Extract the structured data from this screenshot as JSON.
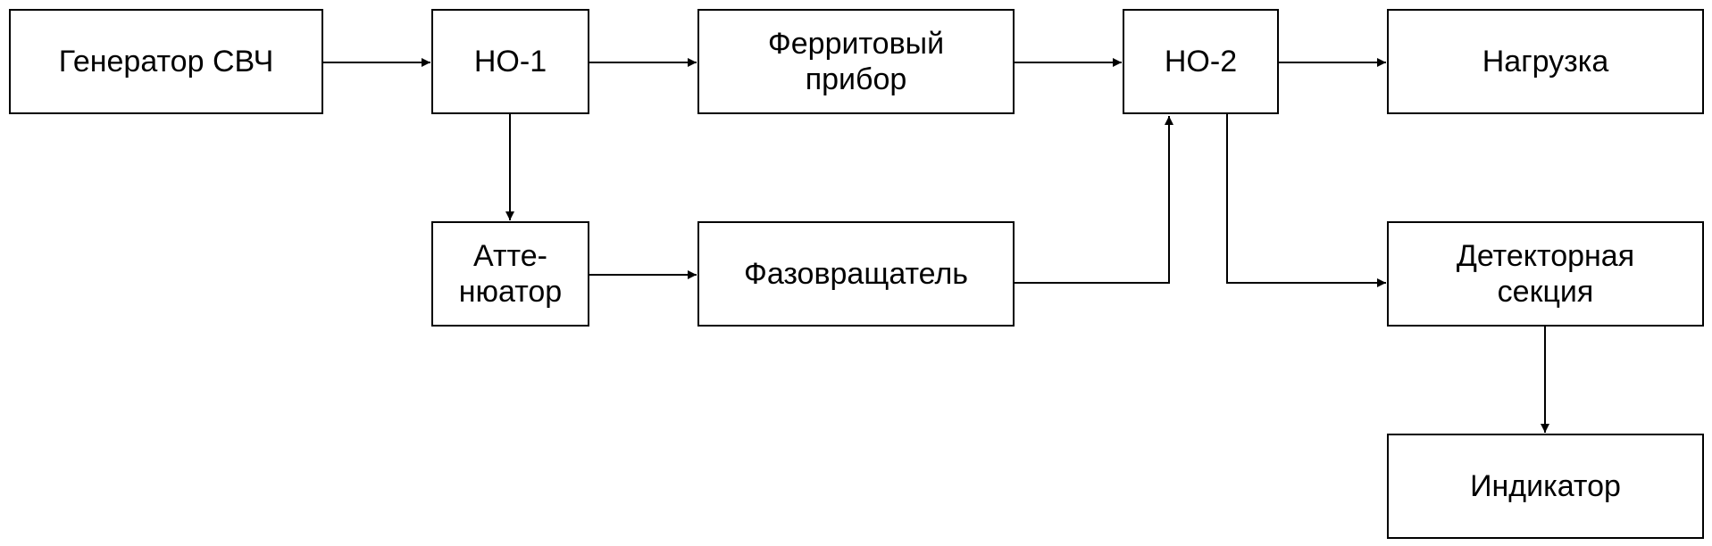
{
  "diagram": {
    "blocks": {
      "generator": {
        "lines": [
          "Генератор СВЧ"
        ]
      },
      "coupler1": {
        "lines": [
          "НО-1"
        ]
      },
      "ferrite": {
        "lines": [
          "Ферритовый",
          "прибор"
        ]
      },
      "coupler2": {
        "lines": [
          "НО-2"
        ]
      },
      "load": {
        "lines": [
          "Нагрузка"
        ]
      },
      "attenuator": {
        "lines": [
          "Атте-",
          "нюатор"
        ]
      },
      "phase_shifter": {
        "lines": [
          "Фазовращатель"
        ]
      },
      "detector": {
        "lines": [
          "Детекторная",
          "секция"
        ]
      },
      "indicator": {
        "lines": [
          "Индикатор"
        ]
      }
    },
    "connections": [
      {
        "from": "generator",
        "to": "coupler1"
      },
      {
        "from": "coupler1",
        "to": "ferrite"
      },
      {
        "from": "ferrite",
        "to": "coupler2"
      },
      {
        "from": "coupler2",
        "to": "load"
      },
      {
        "from": "coupler1",
        "to": "attenuator"
      },
      {
        "from": "attenuator",
        "to": "phase_shifter"
      },
      {
        "from": "phase_shifter",
        "to": "coupler2"
      },
      {
        "from": "coupler2",
        "to": "detector"
      },
      {
        "from": "detector",
        "to": "indicator"
      }
    ]
  }
}
